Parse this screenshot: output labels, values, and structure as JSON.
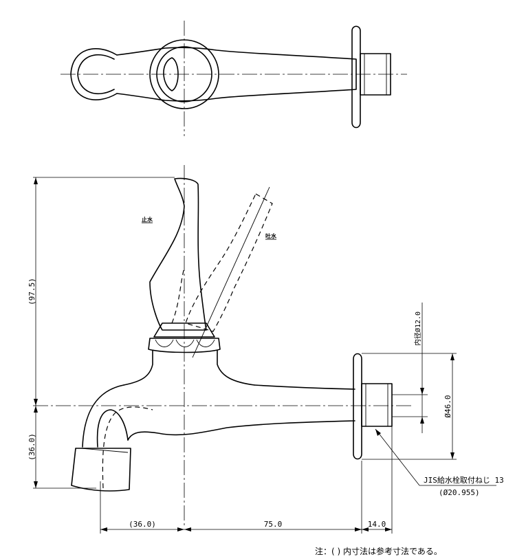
{
  "dimensions": {
    "overall_height": "(97.5)",
    "lower_height": "(36.0)",
    "left_width": "(36.0)",
    "body_length": "75.0",
    "thread_length": "14.0",
    "flange_diameter": "Ø46.0",
    "inner_diameter": "内径Ø12.0"
  },
  "labels": {
    "stop": "止水",
    "discharge": "吐水",
    "thread_spec": "JIS給水栓取付ねじ 13",
    "thread_diameter": "(Ø20.955)"
  },
  "note": "注：( ) 内寸法は参考寸法である。"
}
